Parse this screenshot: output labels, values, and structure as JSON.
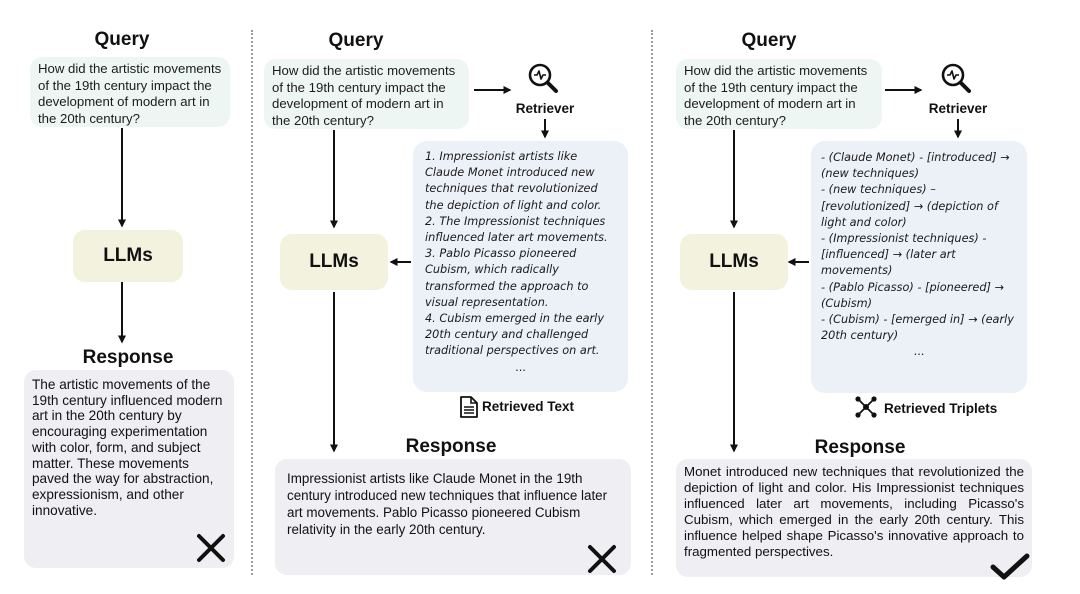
{
  "panels": [
    {
      "query_heading": "Query",
      "query_text": "How did the artistic movements of the 19th century impact the development of modern art in the 20th century?",
      "llm_label": "LLMs",
      "response_heading": "Response",
      "response_text": "The artistic movements of the 19th century influenced modern art in the 20th century by encouraging experimentation with color, form, and subject matter. These movements paved the way for abstraction, expressionism, and other innovative.",
      "verdict_icon": "cross-icon"
    },
    {
      "query_heading": "Query",
      "query_text": "How did the artistic movements of the 19th century impact the development of modern art in the 20th century?",
      "retriever_label": "Retriever",
      "retriever_icon": "magnifier-icon",
      "retrieved_lines": [
        "1. Impressionist artists like",
        "Claude Monet introduced new",
        "techniques that revolutionized",
        "the depiction of light and color.",
        "2. The Impressionist techniques",
        "influenced later art movements.",
        "3. Pablo Picasso pioneered",
        "Cubism, which radically",
        "transformed the approach to",
        "visual representation.",
        "4. Cubism emerged in the early",
        "20th century and challenged",
        "traditional perspectives on art."
      ],
      "retrieved_ellipsis": "...",
      "retrieved_label": "Retrieved Text",
      "retrieved_icon": "document-icon",
      "llm_label": "LLMs",
      "response_heading": "Response",
      "response_text": "Impressionist artists like Claude Monet in the 19th century introduced new techniques that influence later art movements. Pablo Picasso pioneered Cubism relativity in the early 20th century.",
      "verdict_icon": "cross-icon"
    },
    {
      "query_heading": "Query",
      "query_text": "How did the artistic movements of the 19th century impact the development of modern art in the 20th century?",
      "retriever_label": "Retriever",
      "retriever_icon": "magnifier-icon",
      "retrieved_lines": [
        "- (Claude Monet) - [introduced] →",
        "(new techniques)",
        "- (new techniques) –",
        "[revolutionized] → (depiction of",
        "light and color)",
        "- (Impressionist techniques) -",
        "[influenced] → (later art",
        "movements)",
        "- (Pablo Picasso) - [pioneered] →",
        "(Cubism)",
        "- (Cubism) - [emerged in] → (early",
        "20th century)"
      ],
      "retrieved_ellipsis": "...",
      "retrieved_label": "Retrieved Triplets",
      "retrieved_icon": "graph-icon",
      "llm_label": "LLMs",
      "response_heading": "Response",
      "response_text": "Monet introduced new techniques that revolutionized the depiction of light and color. His Impressionist techniques influenced later art movements, including Picasso's Cubism, which emerged in the early 20th century. This influence helped shape Picasso's innovative approach to fragmented perspectives.",
      "verdict_icon": "check-icon"
    }
  ],
  "colors": {
    "query_bg": "#eef6f3",
    "llm_bg": "#f3f2df",
    "response_bg": "#eeeef3",
    "retrieved_bg": "#ecf0f7",
    "arrow": "#111111"
  }
}
